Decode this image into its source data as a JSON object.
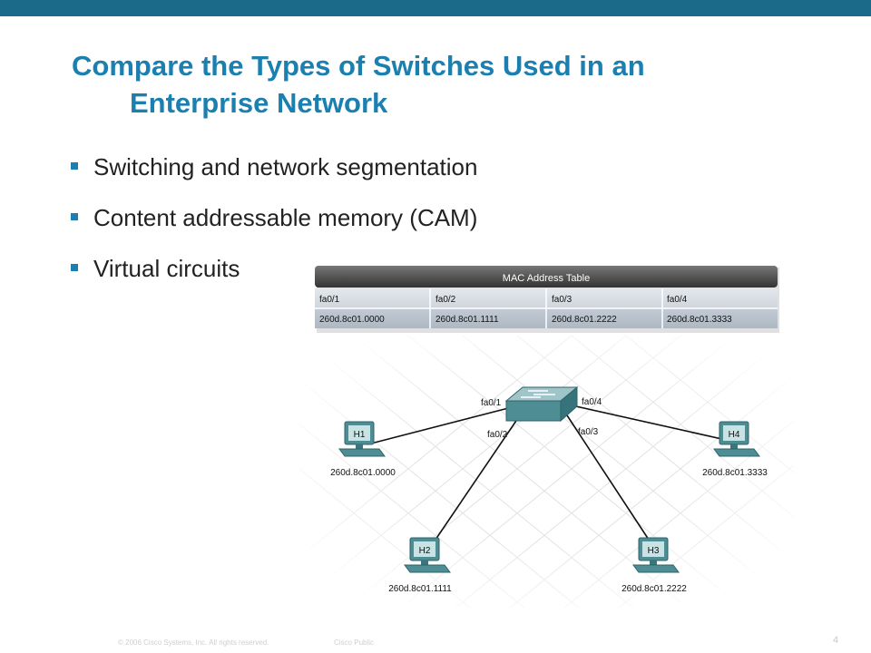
{
  "title": {
    "line1": "Compare the Types of Switches Used in an",
    "line2": "Enterprise Network"
  },
  "bullets": [
    "Switching and network segmentation",
    "Content addressable memory (CAM)",
    "Virtual circuits"
  ],
  "mac_table": {
    "title": "MAC Address Table",
    "ports": [
      "fa0/1",
      "fa0/2",
      "fa0/3",
      "fa0/4"
    ],
    "macs": [
      "260d.8c01.0000",
      "260d.8c01.1111",
      "260d.8c01.2222",
      "260d.8c01.3333"
    ]
  },
  "hosts": [
    {
      "name": "H1",
      "mac": "260d.8c01.0000",
      "port": "fa0/1"
    },
    {
      "name": "H2",
      "mac": "260d.8c01.1111",
      "port": "fa0/2"
    },
    {
      "name": "H3",
      "mac": "260d.8c01.2222",
      "port": "fa0/3"
    },
    {
      "name": "H4",
      "mac": "260d.8c01.3333",
      "port": "fa0/4"
    }
  ],
  "footer": {
    "copyright": "© 2006 Cisco Systems, Inc. All rights reserved.",
    "classification": "Cisco Public",
    "page": "4"
  },
  "colors": {
    "accent": "#1b7fb0",
    "topbar": "#1b6a8a",
    "switch": "#4d8d93"
  }
}
